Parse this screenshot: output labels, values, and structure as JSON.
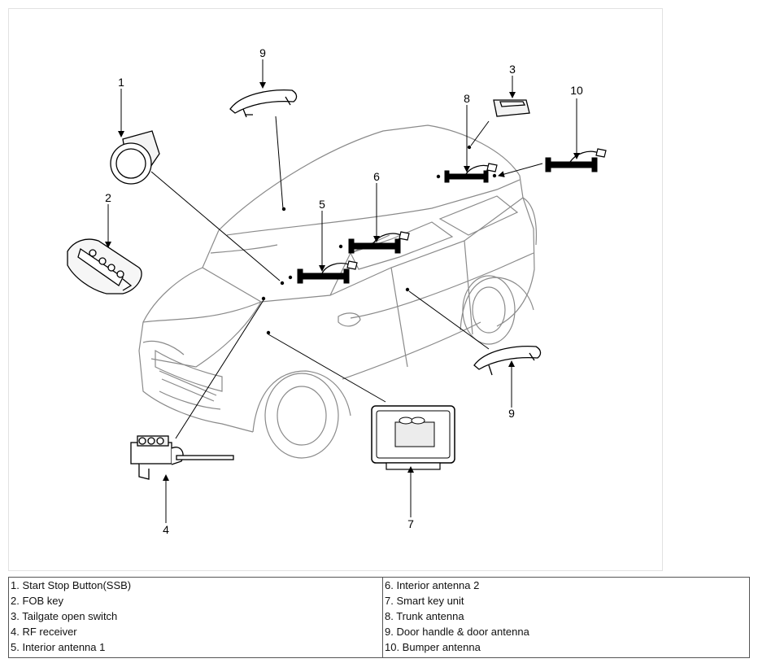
{
  "callouts": {
    "n1": "1",
    "n2": "2",
    "n3": "3",
    "n4": "4",
    "n5": "5",
    "n6": "6",
    "n7": "7",
    "n8": "8",
    "n9a": "9",
    "n9b": "9",
    "n10": "10"
  },
  "legend": {
    "left": [
      "1. Start Stop Button(SSB)",
      "2. FOB key",
      "3. Tailgate open switch",
      "4. RF receiver",
      "5. Interior antenna 1"
    ],
    "right": [
      "6. Interior antenna 2",
      "7. Smart key unit",
      "8. Trunk antenna",
      "9. Door handle & door antenna",
      "10. Bumper antenna"
    ]
  },
  "colors": {
    "line": "#000000",
    "car_outline": "#8a8a8a",
    "border": "#555555"
  }
}
